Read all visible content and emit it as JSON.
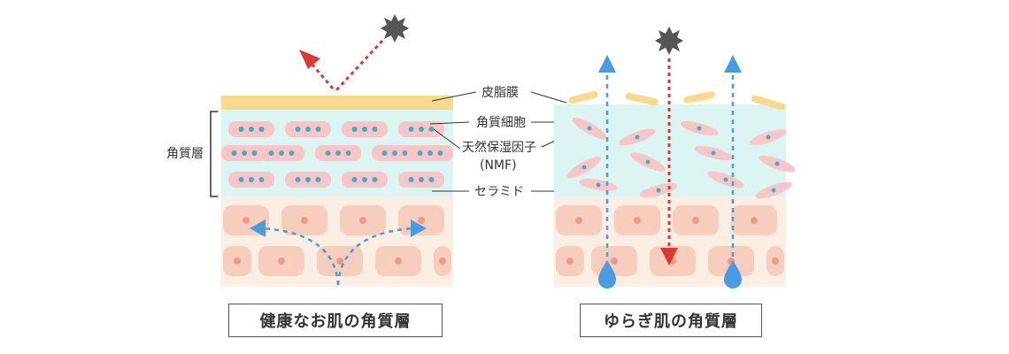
{
  "labels": {
    "stratum_corneum": "角質層",
    "sebum_film": "皮脂膜",
    "corneocyte": "角質細胞",
    "nmf_line1": "天然保湿因子",
    "nmf_line2": "(NMF)",
    "ceramide": "セラミド"
  },
  "captions": {
    "healthy": "健康なお肌の角質層",
    "unstable": "ゆらぎ肌の角質層"
  },
  "colors": {
    "sebum": "#f9d98f",
    "horny_layer": "#dcf5f2",
    "living_layer": "#fdeee3",
    "cell_fill": "#f7c7c7",
    "dot": "#4aa8c9",
    "arrow_blue": "#4a9be0",
    "arrow_red": "#d93a35",
    "sun": "#555555"
  },
  "icons": {
    "sun": "sun-icon",
    "water_drop": "water-drop-icon"
  }
}
